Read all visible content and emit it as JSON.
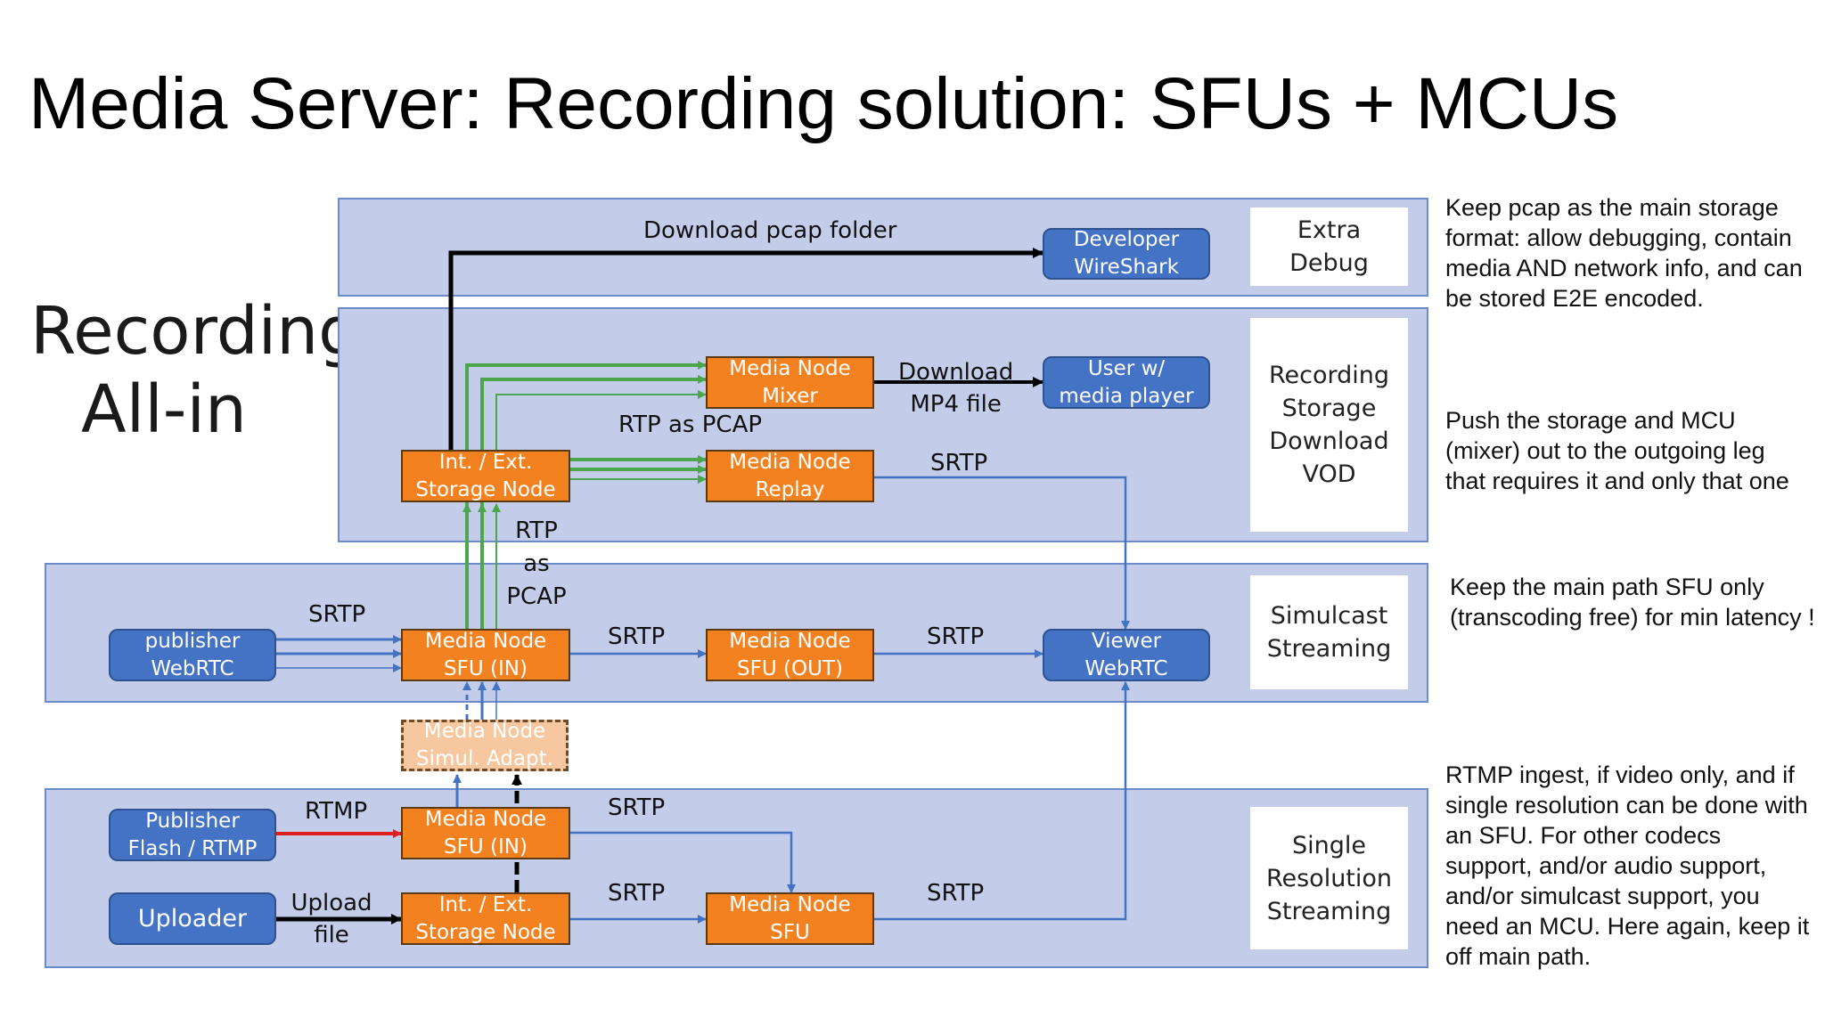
{
  "title": "Media Server: Recording solution: SFUs + MCUs",
  "side_title": {
    "line1": "Recording",
    "line2": "All-in"
  },
  "bands": {
    "extra_debug": [
      "Extra",
      "Debug"
    ],
    "recording": [
      "Recording",
      "Storage",
      "Download",
      "VOD"
    ],
    "simulcast": [
      "Simulcast",
      "Streaming"
    ],
    "single": [
      "Single",
      "Resolution",
      "Streaming"
    ]
  },
  "nodes": {
    "developer_wireshark": [
      "Developer",
      "WireShark"
    ],
    "media_node_mixer": [
      "Media Node",
      "Mixer"
    ],
    "user_media_player": [
      "User w/",
      "media player"
    ],
    "storage_node_top": [
      "Int. / Ext.",
      "Storage Node"
    ],
    "media_node_replay": [
      "Media Node",
      "Replay"
    ],
    "publisher_webrtc": [
      "publisher",
      "WebRTC"
    ],
    "media_node_sfu_in": [
      "Media Node",
      "SFU (IN)"
    ],
    "media_node_sfu_out": [
      "Media Node",
      "SFU (OUT)"
    ],
    "viewer_webrtc": [
      "Viewer",
      "WebRTC"
    ],
    "media_node_simul_adapt": [
      "Media Node",
      "Simul. Adapt."
    ],
    "publisher_flash_rtmp": [
      "Publisher",
      "Flash / RTMP"
    ],
    "media_node_sfu_in_bottom": [
      "Media Node",
      "SFU (IN)"
    ],
    "uploader": [
      "Uploader"
    ],
    "storage_node_bottom": [
      "Int. / Ext.",
      "Storage Node"
    ],
    "media_node_sfu_bottom": [
      "Media Node",
      "SFU"
    ]
  },
  "edge_labels": {
    "download_pcap_folder": "Download pcap folder",
    "download_mp4": [
      "Download",
      "MP4 file"
    ],
    "rtp_as_pcap": "RTP as PCAP",
    "srtp_replay": "SRTP",
    "rtp_as_pcap_vertical": [
      "RTP",
      "as",
      "PCAP"
    ],
    "srtp_publisher": "SRTP",
    "srtp_sfu_in_out": "SRTP",
    "srtp_sfu_out_viewer": "SRTP",
    "rtmp": "RTMP",
    "srtp_bottom_top": "SRTP",
    "upload_file": [
      "Upload",
      "file"
    ],
    "srtp_bottom_mid": "SRTP",
    "srtp_bottom_right": "SRTP"
  },
  "notes": {
    "note1": "Keep pcap as the main storage format: allow debugging, contain media AND network info, and can be stored E2E encoded.",
    "note2": "Push the storage and MCU (mixer) out to the outgoing leg that requires it and only that one",
    "note3": "Keep the main path SFU only (transcoding free) for min latency !",
    "note4": "RTMP ingest, if video only, and if single resolution can be done with an SFU. For other codecs support, and/or audio support, and/or simulcast support, you need an MCU. Here again, keep it off main path."
  },
  "colors": {
    "band_fill": "#c3cdea",
    "band_border": "#6e8bc9",
    "node_orange": "#f4811f",
    "node_blue": "#4472c4",
    "arrow_green": "#4ca64c",
    "arrow_blue": "#4472c4",
    "arrow_red": "#e02020",
    "arrow_black": "#000000"
  }
}
